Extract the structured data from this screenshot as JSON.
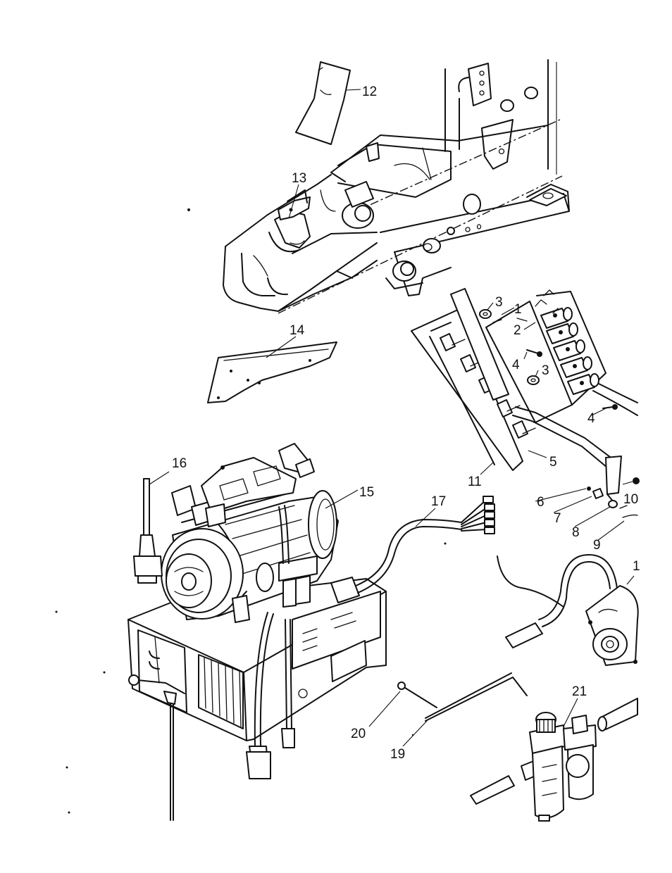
{
  "callouts": {
    "c1": "1",
    "c2": "2",
    "c3a": "3",
    "c3b": "3",
    "c4a": "4",
    "c4b": "4",
    "c5": "5",
    "c6": "6",
    "c7": "7",
    "c8": "8",
    "c9": "9",
    "c10": "10",
    "c11": "11",
    "c12": "12",
    "c13": "13",
    "c14": "14",
    "c15": "15",
    "c16": "16",
    "c17": "17",
    "c18": "1",
    "c19": "19",
    "c20": "20",
    "c21": "21"
  }
}
